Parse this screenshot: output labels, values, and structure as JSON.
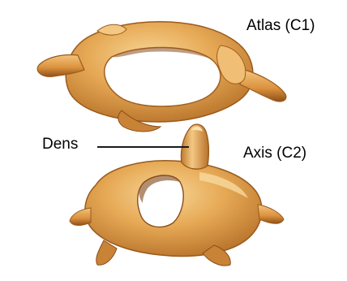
{
  "labels": {
    "atlas": "Atlas (C1)",
    "dens": "Dens",
    "axis": "Axis (C2)"
  },
  "colors": {
    "background": "#ffffff",
    "bone_light": "#f2c277",
    "bone_mid": "#e2a04a",
    "bone_dark": "#b36a22",
    "bone_shadow": "#7e4514",
    "leader_line": "#1a1a1a"
  }
}
